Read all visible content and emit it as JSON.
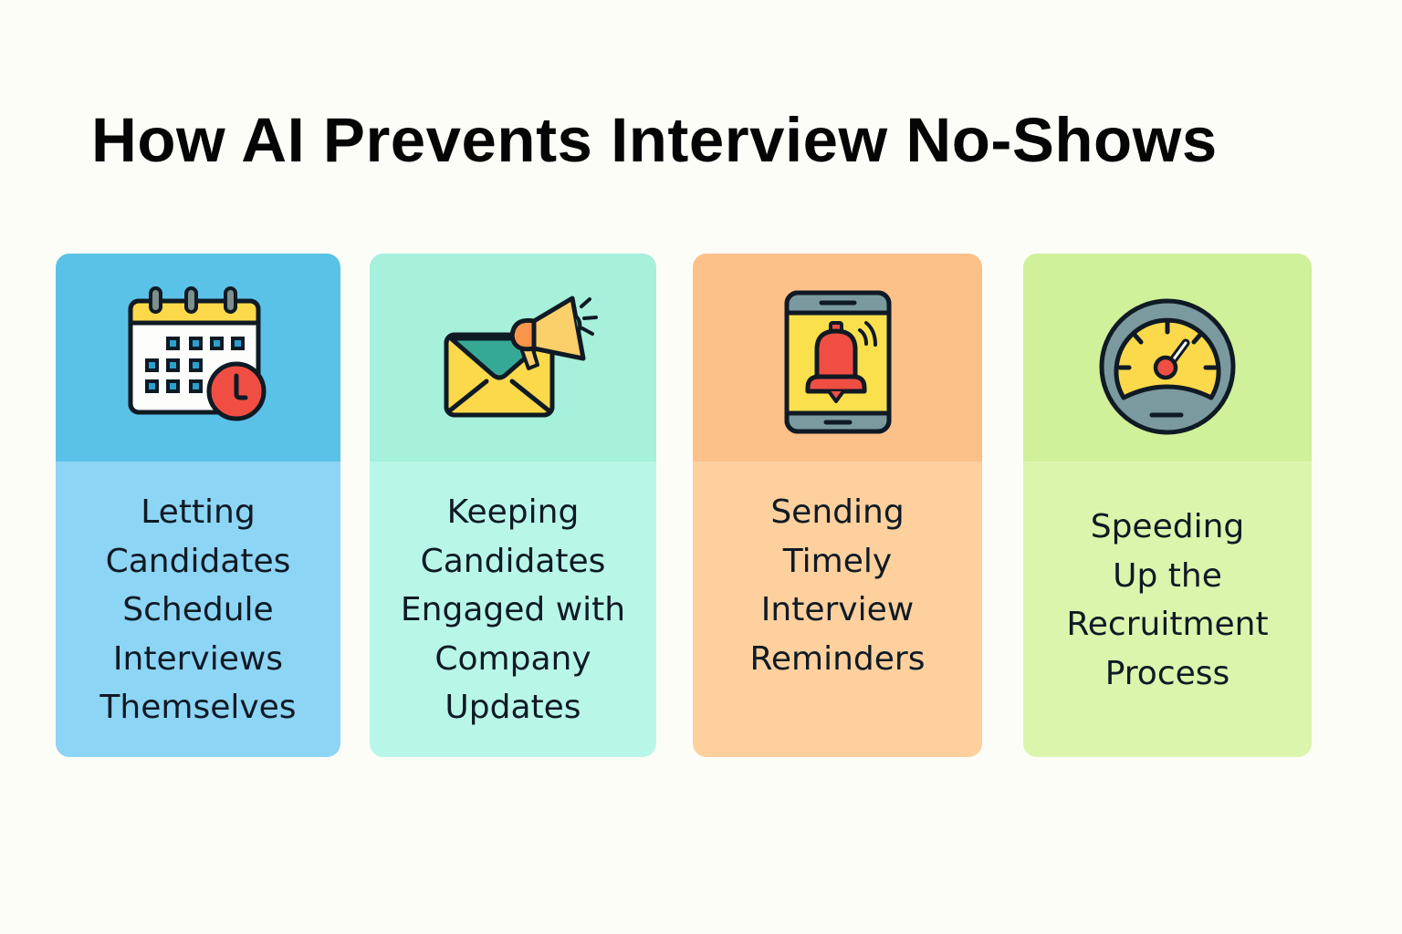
{
  "title": "How AI Prevents Interview No-Shows",
  "colors": {
    "background": "#fdfdf8",
    "outline": "#0f1a24",
    "yellow": "#fbd94a",
    "red": "#f14e43",
    "teal_dark": "#36a995",
    "orange": "#f7954b",
    "gray": "#7a9aa0"
  },
  "cards": [
    {
      "id": "self-scheduling",
      "icon": "calendar-clock-icon",
      "label": "Letting\nCandidates\nSchedule\nInterviews\nThemselves",
      "top_color": "#5bc2e7",
      "bottom_color": "#8dd5f5"
    },
    {
      "id": "engagement",
      "icon": "envelope-megaphone-icon",
      "label": "Keeping\nCandidates\nEngaged with\nCompany\nUpdates",
      "top_color": "#a6f0dc",
      "bottom_color": "#b8f7e8"
    },
    {
      "id": "reminders",
      "icon": "phone-bell-icon",
      "label": "Sending\nTimely\nInterview\nReminders",
      "top_color": "#fcc089",
      "bottom_color": "#fdd09e"
    },
    {
      "id": "speed",
      "icon": "speedometer-icon",
      "label": "Speeding\nUp the\nRecruitment\nProcess",
      "top_color": "#d0f09a",
      "bottom_color": "#dcf5ad"
    }
  ]
}
